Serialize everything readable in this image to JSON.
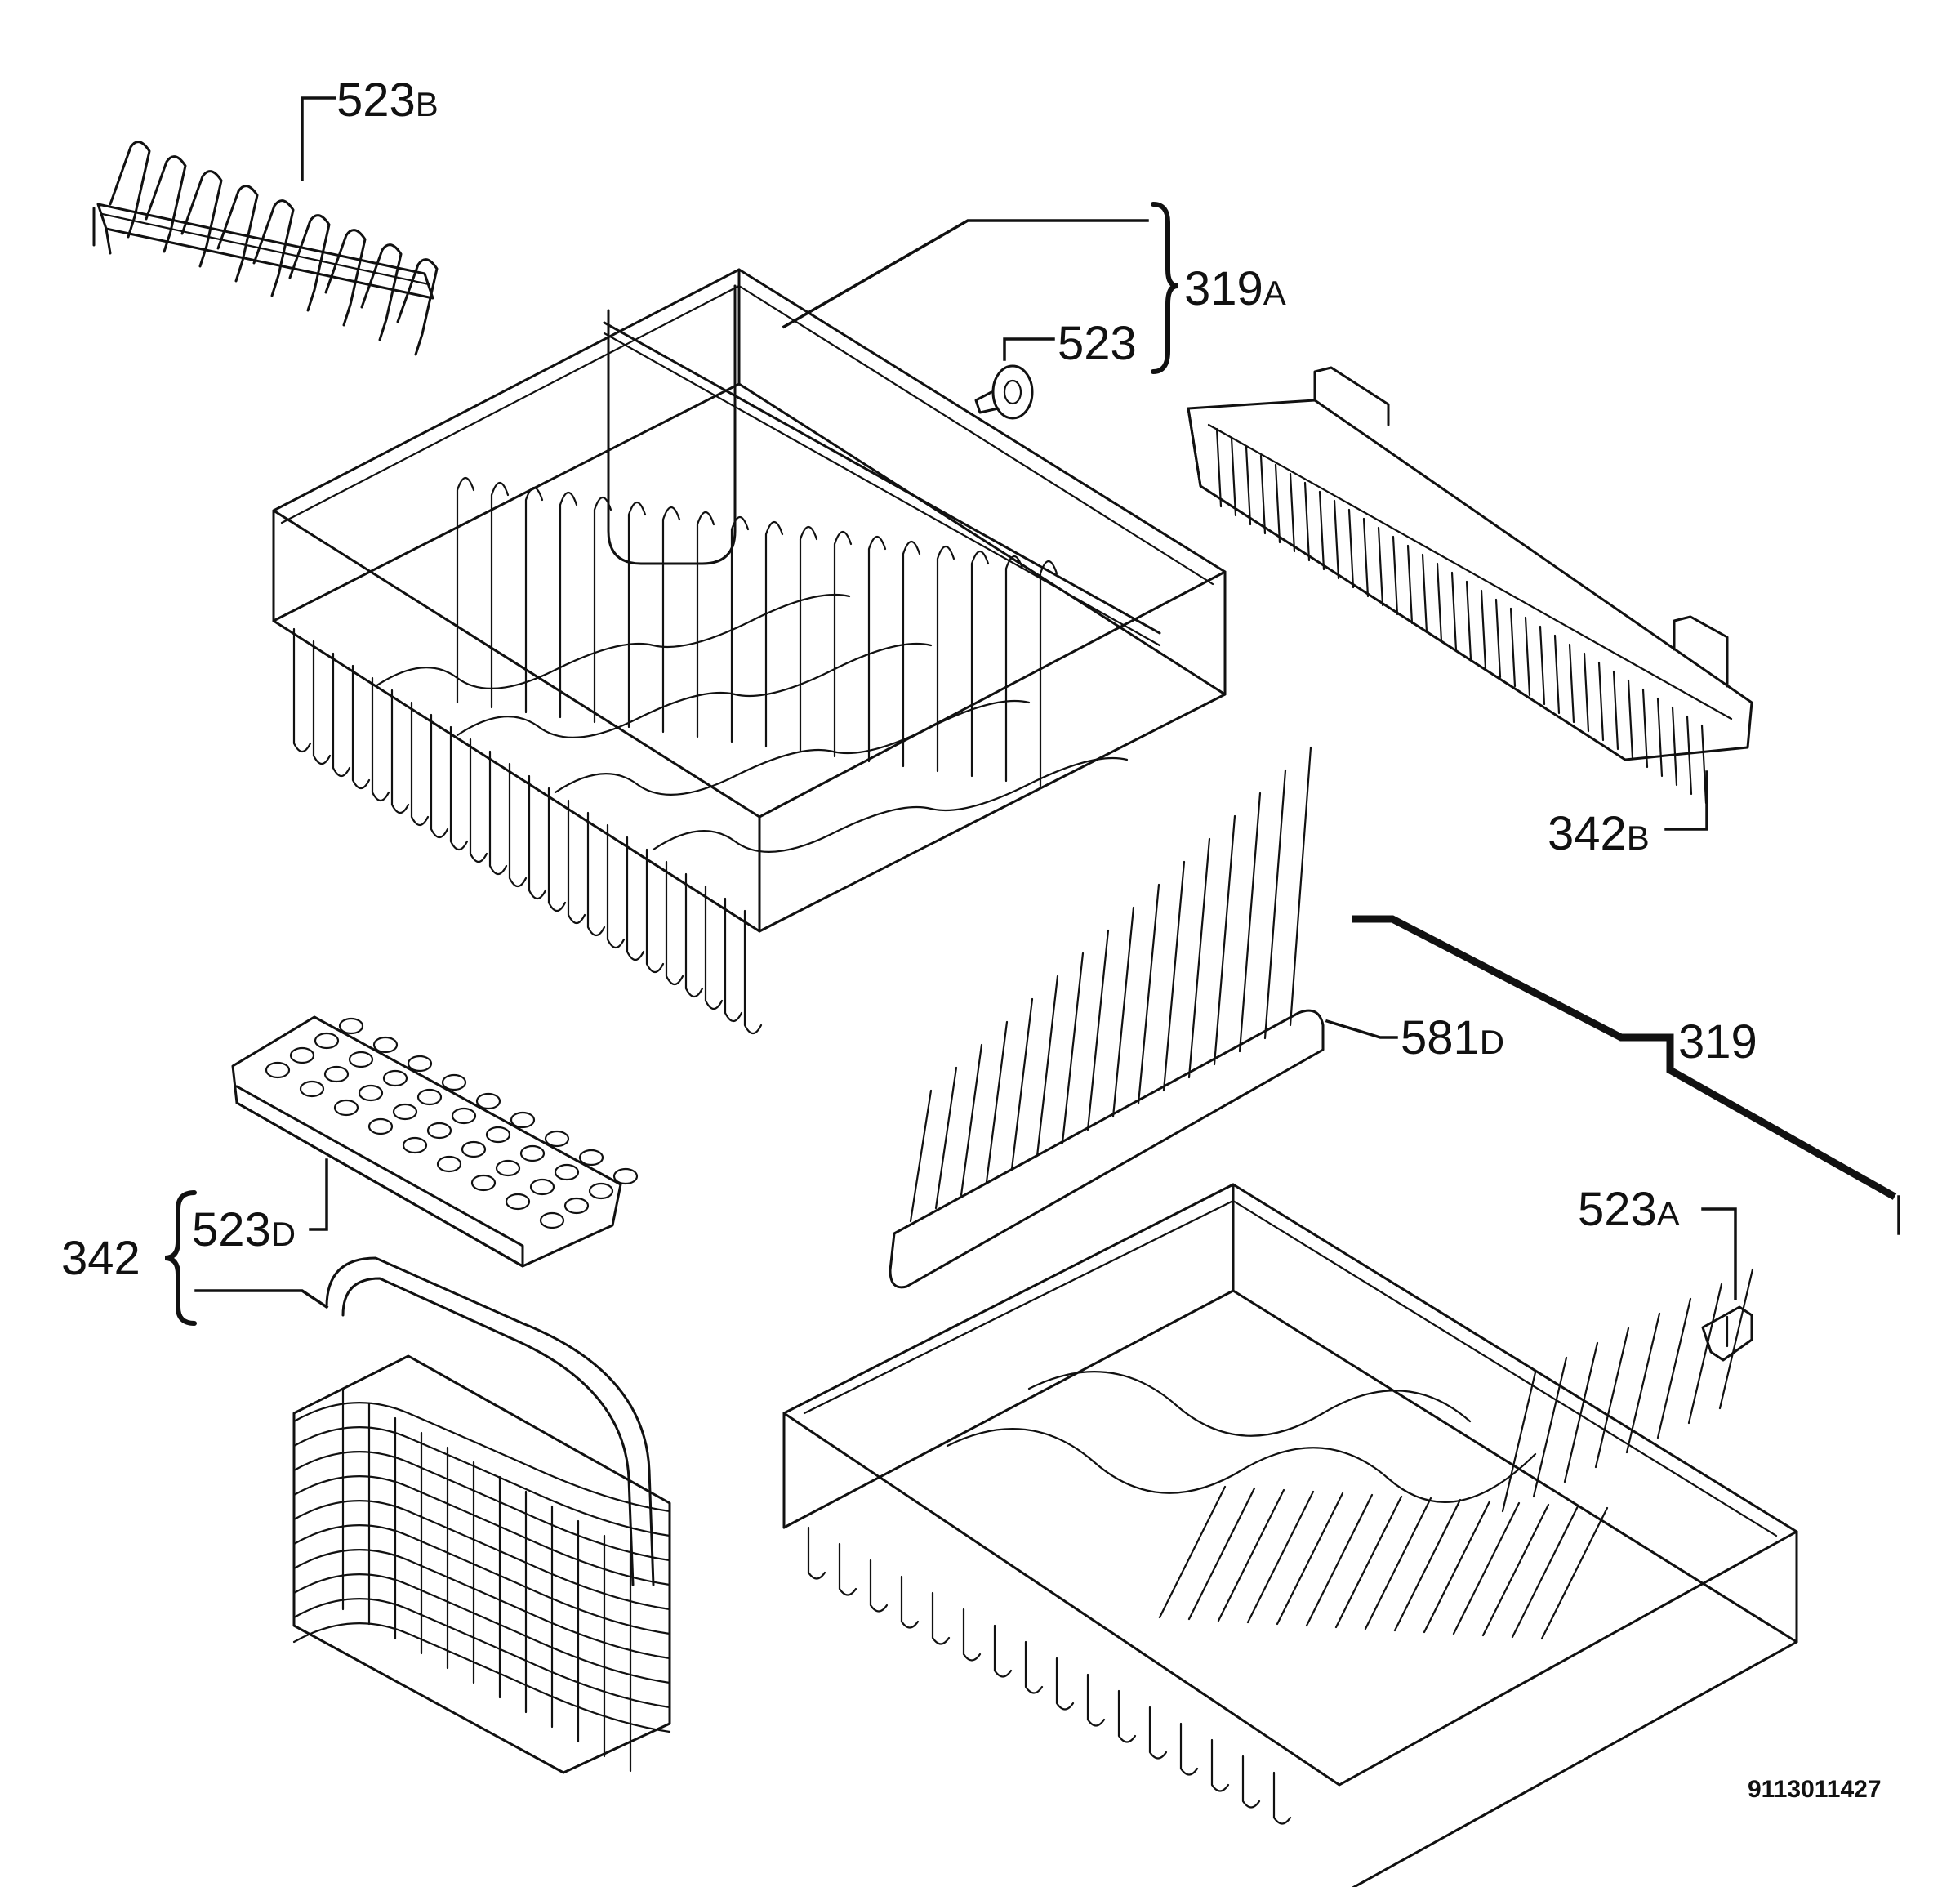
{
  "callouts": {
    "c523B": {
      "num": "523",
      "sfx": "B"
    },
    "c319A": {
      "num": "319",
      "sfx": "A"
    },
    "c523": {
      "num": "523",
      "sfx": ""
    },
    "c342B": {
      "num": "342",
      "sfx": "B"
    },
    "c581D": {
      "num": "581",
      "sfx": "D"
    },
    "c319": {
      "num": "319",
      "sfx": ""
    },
    "c523A": {
      "num": "523",
      "sfx": "A"
    },
    "c523D": {
      "num": "523",
      "sfx": "D"
    },
    "c342": {
      "num": "342",
      "sfx": ""
    }
  },
  "doc_id": "9113011427",
  "colors": {
    "ink": "#111111",
    "background": "#ffffff"
  }
}
